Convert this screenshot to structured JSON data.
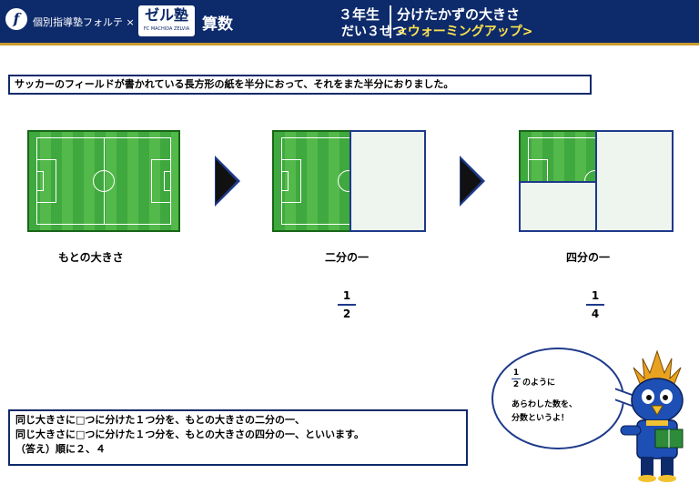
{
  "header": {
    "brand": "個別指導塾フォルテ ×",
    "logo_letter": "f",
    "zelvia_title": "ゼル塾",
    "zelvia_sub": "FC MACHIDA ZELVIA",
    "subject": "算数",
    "grade": "３年生",
    "unit": "だい３せつ",
    "title": "分けたかずの大きさ",
    "subtitle": "<ウォーミングアップ>"
  },
  "question": "サッカーのフィールドが書かれている長方形の紙を半分におって、それをまた半分におりました。",
  "panels": [
    {
      "label": "もとの大きさ"
    },
    {
      "label": "二分の一",
      "numerator": "1",
      "denominator": "2"
    },
    {
      "label": "四分の一",
      "numerator": "1",
      "denominator": "4"
    }
  ],
  "bottom": {
    "line1": "同じ大きさに□つに分けた１つ分を、もとの大きさの二分の一、",
    "line2": "同じ大きさに□つに分けた１つ分を、もとの大きさの四分の一、といいます。",
    "answer": "（答え）順に２、４"
  },
  "bubble": {
    "numerator": "1",
    "denominator": "2",
    "line1": "のように",
    "line2": "あらわした数を、",
    "line3": "分数というよ！"
  },
  "colors": {
    "navy": "#0d2a6b",
    "field_green": "#3fa83f",
    "accent_gold": "#c89b2c",
    "subtitle_yellow": "#ffe34d"
  }
}
